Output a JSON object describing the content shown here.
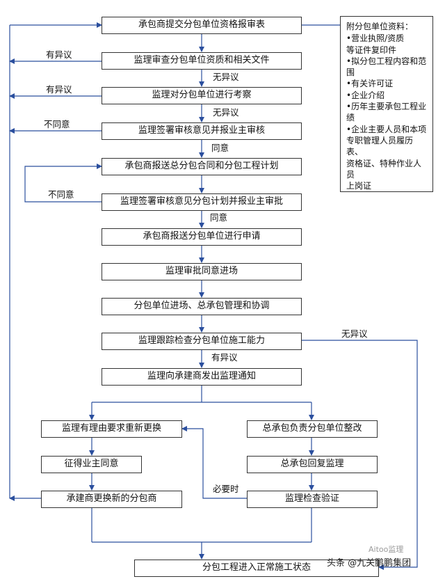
{
  "boxes": {
    "b1": "承包商提交分包单位资格报审表",
    "b2": "监理审查分包单位资质和相关文件",
    "b3": "监理对分包单位进行考察",
    "b4": "监理签署审核意见并报业主审核",
    "b5": "承包商报送总分包合同和分包工程计划",
    "b6": "监理签署审核意见分包计划并报业主审批",
    "b7": "承包商报送分包单位进行申请",
    "b8": "监理审批同意进场",
    "b9": "分包单位进场、总承包管理和协调",
    "b10": "监理跟踪检查分包单位施工能力",
    "b11": "监理向承建商发出监理通知",
    "b12": "监理有理由要求重新更换",
    "b13": "征得业主同意",
    "b14": "承建商更换新的分包商",
    "b15": "总承包负责分包单位整改",
    "b16": "总承包回复监理",
    "b17": "监理检查验证",
    "b18": "分包工程进入正常施工状态"
  },
  "labels": {
    "l1": "有异议",
    "l2": "无异议",
    "l3": "有异议",
    "l4": "无异议",
    "l5": "不同意",
    "l6": "同意",
    "l7": "不同意",
    "l8": "同意",
    "l9": "无异议",
    "l10": "有异议",
    "l11": "必要时"
  },
  "sidebar": {
    "title": "附分包单位资料：",
    "items": [
      "•营业执照/资质",
      "等证件复印件",
      "•拟分包工程内容和范",
      "围",
      "•有关许可证",
      "•企业介绍",
      "•历年主要承包工程业",
      "绩",
      "•企业主要人员和本项",
      "专职管理人员履历表、",
      "资格证、特种作业人员",
      "上岗证"
    ]
  },
  "watermark": {
    "main": "头条 @九关鹏鹏集团",
    "faint": "Aitoo监理"
  }
}
